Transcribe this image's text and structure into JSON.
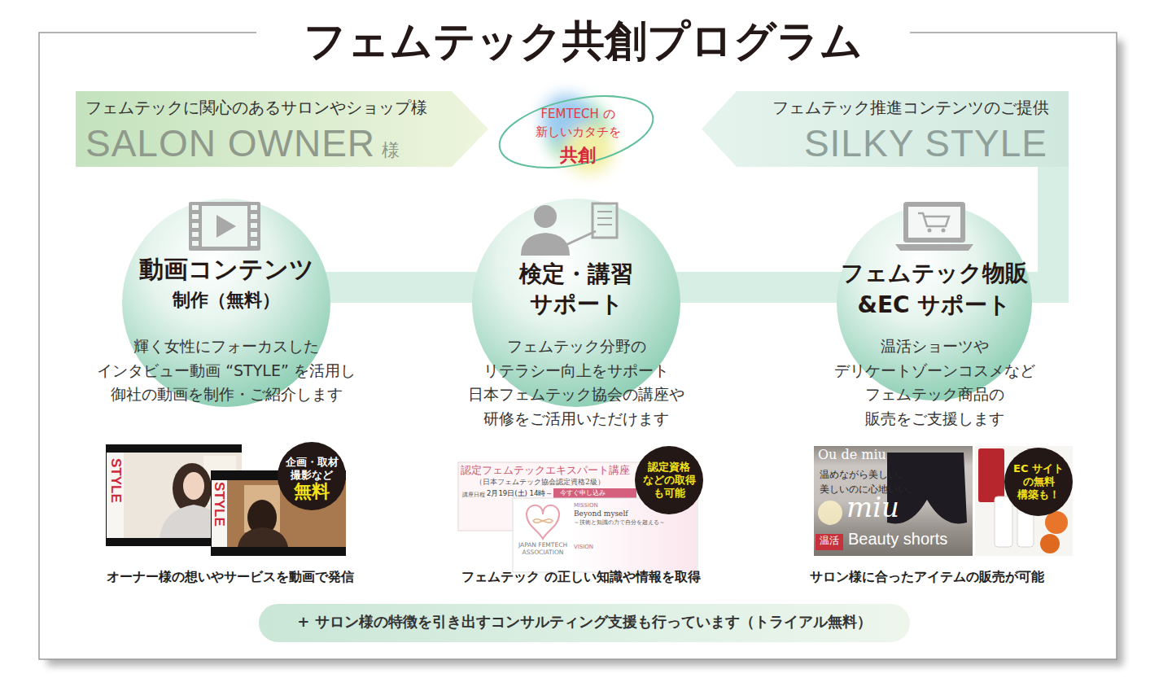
{
  "diagram": {
    "title": "フェムテック共創プログラム",
    "nodes": [
      {
        "text": [
          "フェムテックに関心のあるサロンやショップ様",
          "SALON OWNER",
          "様"
        ]
      },
      {
        "text": [
          "FEMTECH の 新しいカタチを",
          "共創"
        ]
      },
      {
        "text": [
          "フェムテック推進コンテンツのご提供",
          "SILKY STYLE"
        ]
      },
      {
        "text": [
          "動画コンテンツ",
          "制作（無料）",
          "輝く女性にフォーカスした インタビュー動画 “STYLE” を活用し 御社の動画を制作・ご紹介します"
        ]
      },
      {
        "text": [
          "検定・講習 サポート",
          "フェムテック分野の リテラシー向上をサポート 日本フェムテック協会の講座や 研修をご活用いただけます"
        ]
      },
      {
        "text": [
          "フェムテック物販 &EC サポート",
          "温活ショーツや デリケートゾーンコスメなど フェムテック商品の 販売をご支援します"
        ]
      },
      {
        "text": [
          "企画・取材 撮影など",
          "無料"
        ]
      },
      {
        "text": [
          "認定資格 などの取得 も可能"
        ]
      },
      {
        "text": [
          "EC サイト の無料 構築も！"
        ]
      },
      {
        "text": [
          "+ サロン様の特徴を引き出すコンサルティング支援も行っています（トライアル無料）"
        ]
      }
    ],
    "edges": [
      {
        "from": 2,
        "to": 5,
        "arrow": "none"
      },
      {
        "from": 5,
        "to": 4,
        "arrow": "none"
      },
      {
        "from": 4,
        "to": 3,
        "arrow": "none"
      }
    ],
    "labels": [
      "STYLE",
      "STYLE",
      "オーナー様の想いやサービスを動画で発信",
      "認定フェムテックエキスパート講座",
      "（日本フェムテック協会認定資格2級）",
      "講座日程",
      "2月19日(土) 14時～",
      "今すぐ申し込み",
      "MISSION",
      "Beyond myself",
      "～技術と知識の力で自分を超える～",
      "VISION",
      "JAPAN FEMTECH ASSOCIATION",
      "フェムテック の正しい知識や情報を取得",
      "Ou de miu",
      "温めながら美しい。 美しいのに心地いい。",
      "miu",
      "温活",
      "Beauty shorts",
      "サロン様に合ったアイテムの販売が可能"
    ]
  }
}
